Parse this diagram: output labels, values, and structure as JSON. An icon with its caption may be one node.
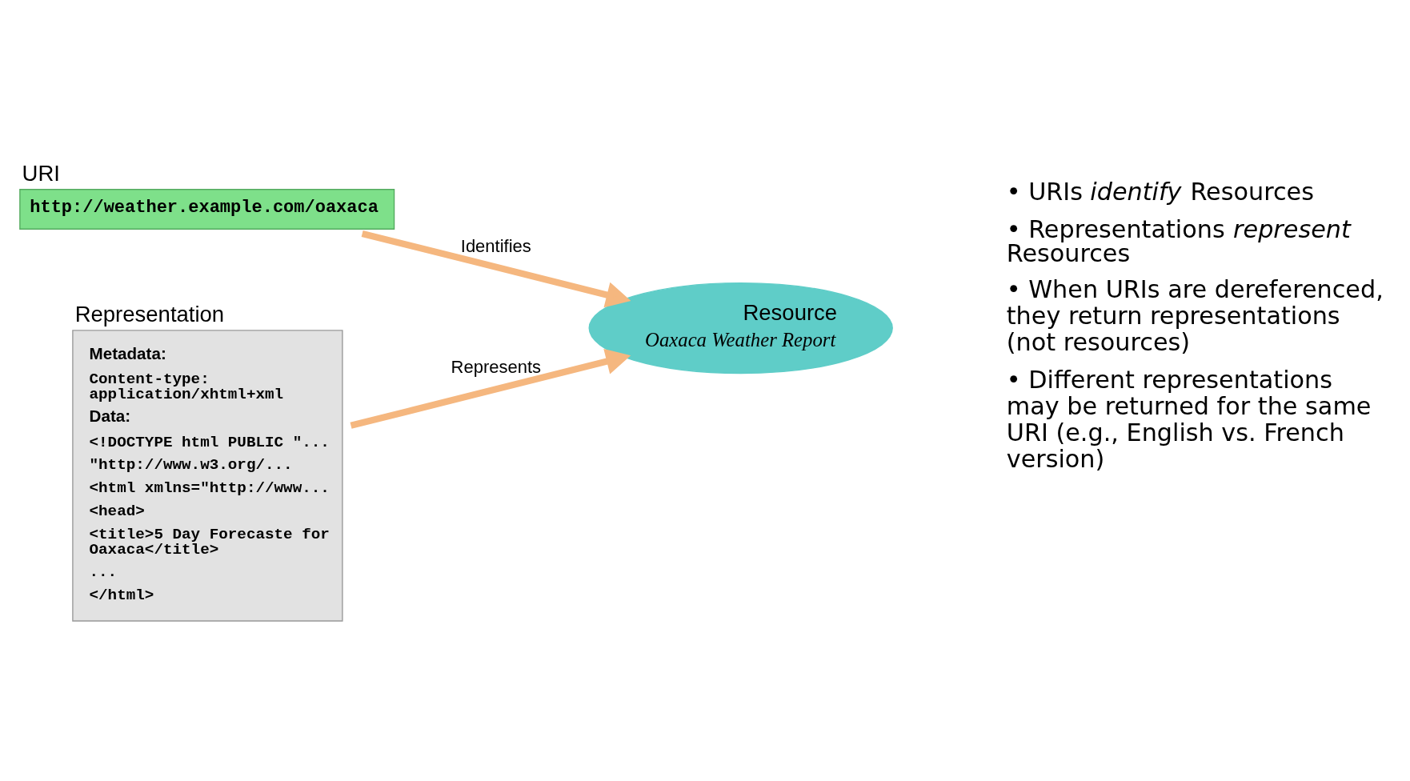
{
  "diagram": {
    "nodes": [
      {
        "text": [
          "URI",
          "http://weather.example.com/oaxaca"
        ]
      },
      {
        "text": [
          "Resource",
          "Oaxaca Weather Report"
        ]
      },
      {
        "text": [
          "Representation",
          "Metadata:",
          "Content-type: application/xhtml+xml",
          "Data:",
          "<!DOCTYPE html PUBLIC \"...",
          "\"http://www.w3.org/...",
          "<html xmlns=\"http://www...",
          "<head>",
          "<title>5 Day Forecaste for Oaxaca</title>",
          "...",
          "</html>"
        ]
      }
    ],
    "edges": [
      {
        "from": 0,
        "to": 1,
        "arrow": "to",
        "label": "Identifies"
      },
      {
        "from": 2,
        "to": 1,
        "arrow": "to",
        "label": "Represents"
      }
    ],
    "labels": [
      "• URIs *identify* Resources",
      "• Representations *represent* Resources",
      "• When URIs are dereferenced, they return representations (not resources)",
      "• Different representations may be returned for the same URI (e.g., English vs. French version)"
    ]
  }
}
